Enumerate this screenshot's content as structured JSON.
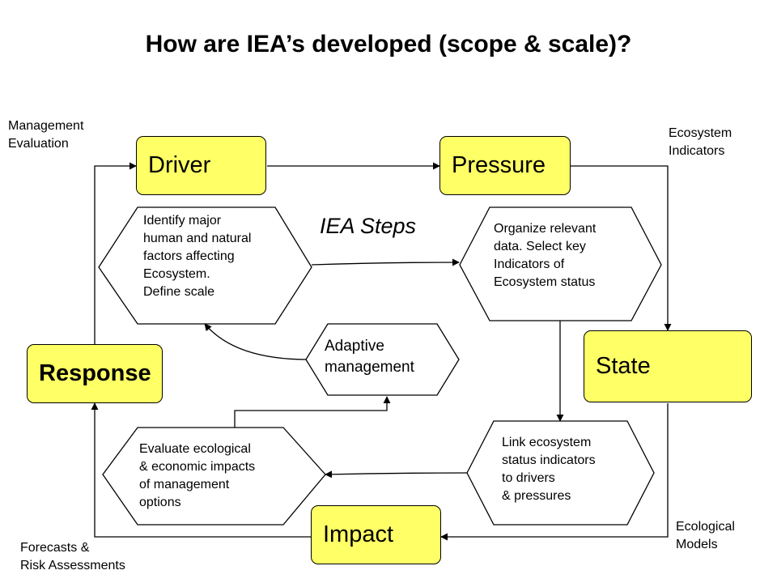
{
  "title": "How are IEA’s developed (scope & scale)?",
  "steps_label": "IEA Steps",
  "boxes": {
    "driver": "Driver",
    "pressure": "Pressure",
    "state": "State",
    "impact": "Impact",
    "response": "Response"
  },
  "corner_labels": {
    "management_evaluation": "Management\nEvaluation",
    "ecosystem_indicators": "Ecosystem\nIndicators",
    "ecological_models": "Ecological\nModels",
    "forecasts": "Forecasts &\nRisk Assessments"
  },
  "steps": {
    "identify": "Identify major\nhuman and natural\nfactors affecting\nEcosystem.\nDefine scale",
    "organize": "Organize relevant\ndata. Select key\nIndicators of\nEcosystem status",
    "adaptive": "Adaptive\nmanagement",
    "evaluate": "Evaluate ecological\n& economic impacts\nof management\noptions",
    "link": "Link ecosystem\nstatus indicators\n to drivers\n& pressures"
  }
}
